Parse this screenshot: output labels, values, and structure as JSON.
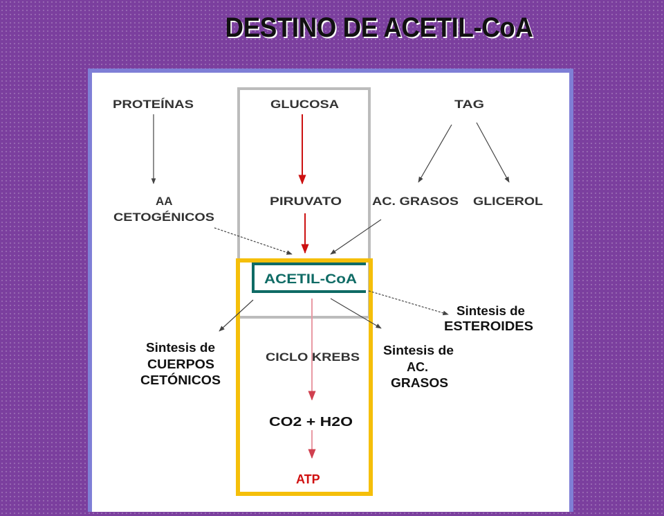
{
  "title": "DESTINO DE ACETIL-CoA",
  "nodes": {
    "proteinas": "PROTEÍNAS",
    "glucosa": "GLUCOSA",
    "tag": "TAG",
    "aa_line1": "AA",
    "aa_line2": "CETOGÉNICOS",
    "piruvato": "PIRUVATO",
    "ac_grasos": "AC. GRASOS",
    "glicerol": "GLICEROL",
    "acetil_coa": "ACETIL-CoA",
    "esteroides_line1": "Sintesis de",
    "esteroides_line2": "ESTEROIDES",
    "cuerpos_line1": "Sintesis de",
    "cuerpos_line2": "CUERPOS",
    "cuerpos_line3": "CETÓNICOS",
    "ciclo_krebs": "CICLO KREBS",
    "sint_ac_line1": "Sintesis de",
    "sint_ac_line2": "AC.",
    "sint_ac_line3": "GRASOS",
    "co2_h2o": "CO2 + H2O",
    "atp": "ATP"
  },
  "colors": {
    "background": "#7b3f9e",
    "panel_border": "#7f7fd6",
    "highlight_gray": "#bcbcbc",
    "highlight_gold": "#f5bf0a",
    "acetil_box": "#0f6b65",
    "red_arrow": "#cc1010",
    "pink_arrow": "#e89aa4",
    "atp_text": "#d01010"
  }
}
